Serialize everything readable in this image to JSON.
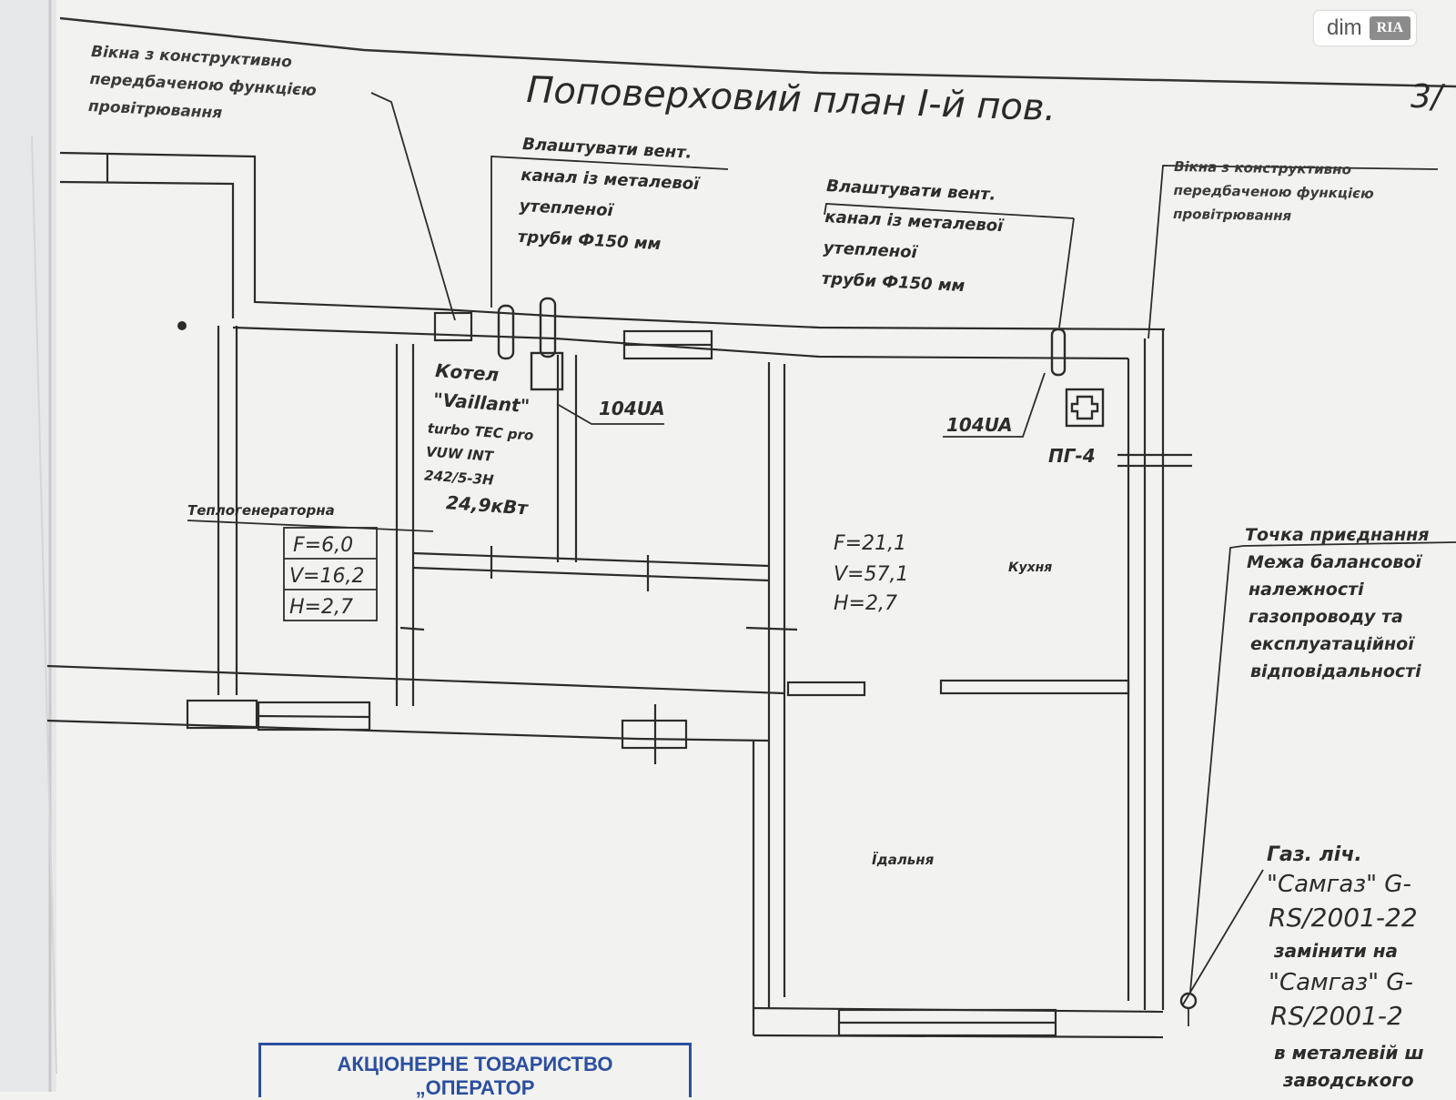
{
  "plan": {
    "title": "Поповерховий план I-й пов.",
    "sheet_number": "3/",
    "window_note_left": [
      "Вікна з конструктивно",
      "передбаченою функцією",
      "провітрювання"
    ],
    "window_note_right": [
      "Вікна з конструктивно",
      "передбаченою функцією",
      "провітрювання"
    ],
    "vent_note_left": [
      "Влаштувати вент.",
      "канал із металевої",
      "утепленої",
      "труби Ф150 мм"
    ],
    "vent_note_right": [
      "Влаштувати вент.",
      "канал із металевої",
      "утепленої",
      "труби Ф150 мм"
    ],
    "boiler": [
      "Котел",
      "\"Vaillant\"",
      "turbo TEC pro",
      "VUW INT",
      "242/5-3H",
      "24,9кВт"
    ],
    "vent_code_left": "104UA",
    "vent_code_right": "104UA",
    "stove": "ПГ-4",
    "room_boiler": {
      "name": "Теплогенераторна",
      "F": "F=6,0",
      "V": "V=16,2",
      "H": "H=2,7"
    },
    "room_kitchen": {
      "name": "Кухня",
      "F": "F=21,1",
      "V": "V=57,1",
      "H": "H=2,7"
    },
    "room_dining": {
      "name": "Їдальня"
    },
    "connection_note": [
      "Точка приєднання",
      "Межа балансової",
      "належності",
      "газопроводу та",
      "експлуатаційної",
      "відповідальності"
    ],
    "meter_note": [
      "Газ. ліч.",
      "\"Самгаз\" G-",
      "RS/2001-22",
      "замінити на",
      "\"Самгаз\" G-",
      "RS/2001-2",
      "в металевій ш",
      "заводського"
    ],
    "stamp": [
      "АКЦІОНЕРНЕ ТОВАРИСТВО",
      "„ОПЕРАТОР"
    ]
  },
  "watermark": {
    "dim": "dim",
    "ria": "RIA"
  },
  "colors": {
    "paper": "#f2f2f0",
    "ink": "#2c2c2c",
    "stamp": "#2b4fa0"
  }
}
